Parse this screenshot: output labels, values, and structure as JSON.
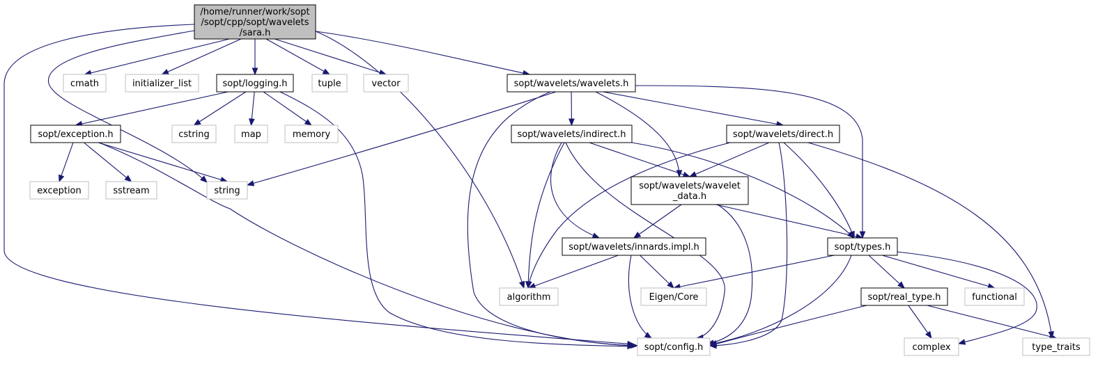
{
  "colors": {
    "edge": "#191970",
    "root_fill": "#bfbfbf",
    "root_stroke": "#000000",
    "documented_stroke": "#000000",
    "external_stroke": "#bfbfbf",
    "background": "#ffffff"
  },
  "nodes": [
    {
      "id": "sara",
      "lines": [
        "/home/runner/work/sopt",
        "/sopt/cpp/sopt/wavelets",
        "/sara.h"
      ],
      "kind": "root"
    },
    {
      "id": "cmath",
      "lines": [
        "cmath"
      ],
      "kind": "external"
    },
    {
      "id": "initializer_list",
      "lines": [
        "initializer_list"
      ],
      "kind": "external"
    },
    {
      "id": "logging",
      "lines": [
        "sopt/logging.h"
      ],
      "kind": "documented"
    },
    {
      "id": "tuple",
      "lines": [
        "tuple"
      ],
      "kind": "external"
    },
    {
      "id": "vector",
      "lines": [
        "vector"
      ],
      "kind": "external"
    },
    {
      "id": "wavelets",
      "lines": [
        "sopt/wavelets/wavelets.h"
      ],
      "kind": "documented"
    },
    {
      "id": "exception_h",
      "lines": [
        "sopt/exception.h"
      ],
      "kind": "documented"
    },
    {
      "id": "cstring",
      "lines": [
        "cstring"
      ],
      "kind": "external"
    },
    {
      "id": "map",
      "lines": [
        "map"
      ],
      "kind": "external"
    },
    {
      "id": "memory",
      "lines": [
        "memory"
      ],
      "kind": "external"
    },
    {
      "id": "indirect",
      "lines": [
        "sopt/wavelets/indirect.h"
      ],
      "kind": "documented"
    },
    {
      "id": "direct",
      "lines": [
        "sopt/wavelets/direct.h"
      ],
      "kind": "documented"
    },
    {
      "id": "exception",
      "lines": [
        "exception"
      ],
      "kind": "external"
    },
    {
      "id": "sstream",
      "lines": [
        "sstream"
      ],
      "kind": "external"
    },
    {
      "id": "string",
      "lines": [
        "string"
      ],
      "kind": "external"
    },
    {
      "id": "wavelet_data",
      "lines": [
        "sopt/wavelets/wavelet",
        "_data.h"
      ],
      "kind": "documented"
    },
    {
      "id": "innards",
      "lines": [
        "sopt/wavelets/innards.impl.h"
      ],
      "kind": "documented"
    },
    {
      "id": "types",
      "lines": [
        "sopt/types.h"
      ],
      "kind": "documented"
    },
    {
      "id": "algorithm",
      "lines": [
        "algorithm"
      ],
      "kind": "external"
    },
    {
      "id": "eigen_core",
      "lines": [
        "Eigen/Core"
      ],
      "kind": "external"
    },
    {
      "id": "real_type",
      "lines": [
        "sopt/real_type.h"
      ],
      "kind": "documented"
    },
    {
      "id": "functional",
      "lines": [
        "functional"
      ],
      "kind": "external"
    },
    {
      "id": "config",
      "lines": [
        "sopt/config.h"
      ],
      "kind": "external"
    },
    {
      "id": "complex",
      "lines": [
        "complex"
      ],
      "kind": "external"
    },
    {
      "id": "type_traits",
      "lines": [
        "type_traits"
      ],
      "kind": "external"
    }
  ],
  "edges": [
    {
      "from": "sara",
      "to": "cmath"
    },
    {
      "from": "sara",
      "to": "initializer_list"
    },
    {
      "from": "sara",
      "to": "logging"
    },
    {
      "from": "sara",
      "to": "tuple"
    },
    {
      "from": "sara",
      "to": "vector"
    },
    {
      "from": "sara",
      "to": "wavelets"
    },
    {
      "from": "sara",
      "to": "string"
    },
    {
      "from": "sara",
      "to": "algorithm"
    },
    {
      "from": "sara",
      "to": "config"
    },
    {
      "from": "logging",
      "to": "exception_h"
    },
    {
      "from": "logging",
      "to": "cstring"
    },
    {
      "from": "logging",
      "to": "map"
    },
    {
      "from": "logging",
      "to": "memory"
    },
    {
      "from": "logging",
      "to": "config"
    },
    {
      "from": "exception_h",
      "to": "exception"
    },
    {
      "from": "exception_h",
      "to": "sstream"
    },
    {
      "from": "exception_h",
      "to": "string"
    },
    {
      "from": "exception_h",
      "to": "config"
    },
    {
      "from": "wavelets",
      "to": "indirect"
    },
    {
      "from": "wavelets",
      "to": "direct"
    },
    {
      "from": "wavelets",
      "to": "wavelet_data"
    },
    {
      "from": "wavelets",
      "to": "types"
    },
    {
      "from": "wavelets",
      "to": "string"
    },
    {
      "from": "wavelets",
      "to": "config"
    },
    {
      "from": "indirect",
      "to": "wavelet_data"
    },
    {
      "from": "indirect",
      "to": "innards"
    },
    {
      "from": "indirect",
      "to": "types"
    },
    {
      "from": "indirect",
      "to": "algorithm"
    },
    {
      "from": "indirect",
      "to": "config"
    },
    {
      "from": "direct",
      "to": "wavelet_data"
    },
    {
      "from": "direct",
      "to": "types"
    },
    {
      "from": "direct",
      "to": "algorithm"
    },
    {
      "from": "direct",
      "to": "config"
    },
    {
      "from": "direct",
      "to": "type_traits"
    },
    {
      "from": "wavelet_data",
      "to": "innards"
    },
    {
      "from": "wavelet_data",
      "to": "types"
    },
    {
      "from": "wavelet_data",
      "to": "config"
    },
    {
      "from": "innards",
      "to": "algorithm"
    },
    {
      "from": "innards",
      "to": "eigen_core"
    },
    {
      "from": "innards",
      "to": "config"
    },
    {
      "from": "types",
      "to": "eigen_core"
    },
    {
      "from": "types",
      "to": "real_type"
    },
    {
      "from": "types",
      "to": "functional"
    },
    {
      "from": "types",
      "to": "complex"
    },
    {
      "from": "types",
      "to": "config"
    },
    {
      "from": "real_type",
      "to": "config"
    },
    {
      "from": "real_type",
      "to": "complex"
    },
    {
      "from": "real_type",
      "to": "type_traits"
    }
  ]
}
